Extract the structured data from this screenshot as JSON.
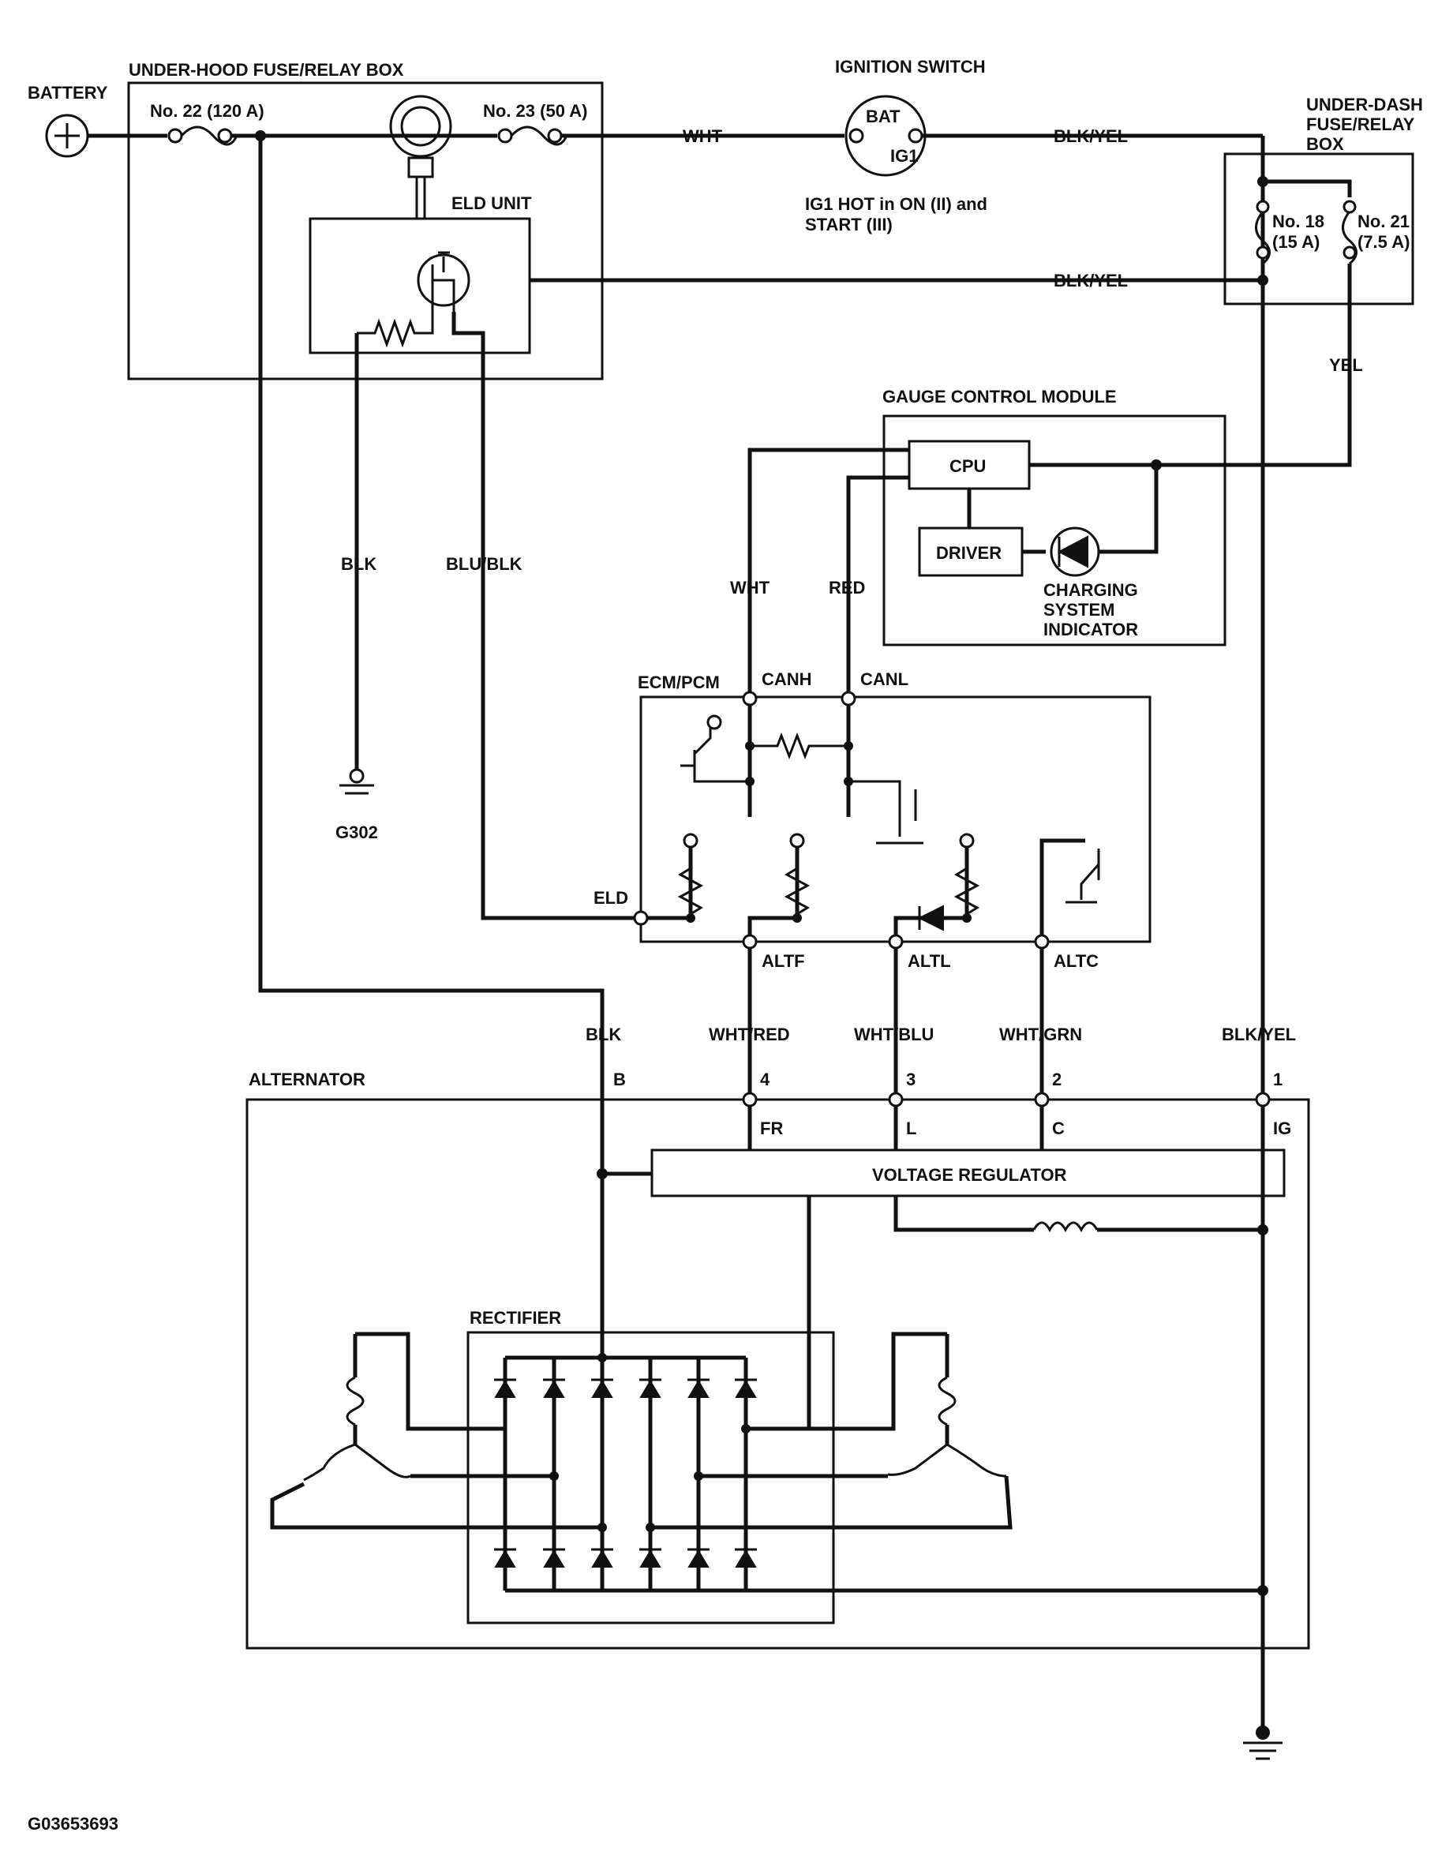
{
  "labels": {
    "under_hood_box": "UNDER-HOOD FUSE/RELAY BOX",
    "battery": "BATTERY",
    "fuse22": "No. 22 (120 A)",
    "fuse23": "No. 23 (50 A)",
    "eld_unit": "ELD UNIT",
    "ignition_switch": "IGNITION SWITCH",
    "bat": "BAT",
    "ig1": "IG1",
    "ig1_note_1": "IG1 HOT in ON (II) and",
    "ig1_note_2": "START (III)",
    "under_dash_1": "UNDER-DASH",
    "under_dash_2": "FUSE/RELAY",
    "under_dash_3": "BOX",
    "fuse18_a": "No. 18",
    "fuse18_b": "(15 A)",
    "fuse21_a": "No. 21",
    "fuse21_b": "(7.5 A)",
    "gauge_module": "GAUGE CONTROL MODULE",
    "cpu": "CPU",
    "driver": "DRIVER",
    "charging_1": "CHARGING",
    "charging_2": "SYSTEM",
    "charging_3": "INDICATOR",
    "ecm_pcm": "ECM/PCM",
    "canh": "CANH",
    "canl": "CANL",
    "eld": "ELD",
    "altf": "ALTF",
    "altl": "ALTL",
    "altc": "ALTC",
    "alternator": "ALTERNATOR",
    "voltage_regulator": "VOLTAGE REGULATOR",
    "rectifier": "RECTIFIER",
    "term_b": "B",
    "term_4": "4",
    "term_3": "3",
    "term_2": "2",
    "term_1": "1",
    "fr": "FR",
    "l": "L",
    "c": "C",
    "ig": "IG",
    "g302": "G302",
    "figure_id": "G03653693"
  },
  "wires": {
    "wht_top": "WHT",
    "blk_yel_top": "BLK/YEL",
    "blk_yel_mid": "BLK/YEL",
    "yel": "YEL",
    "blk_ground": "BLK",
    "blu_blk": "BLU/BLK",
    "wht_can": "WHT",
    "red_can": "RED",
    "blk_alt": "BLK",
    "wht_red": "WHT/RED",
    "wht_blu": "WHT/BLU",
    "wht_grn": "WHT/GRN",
    "blk_yel_alt": "BLK/YEL"
  }
}
